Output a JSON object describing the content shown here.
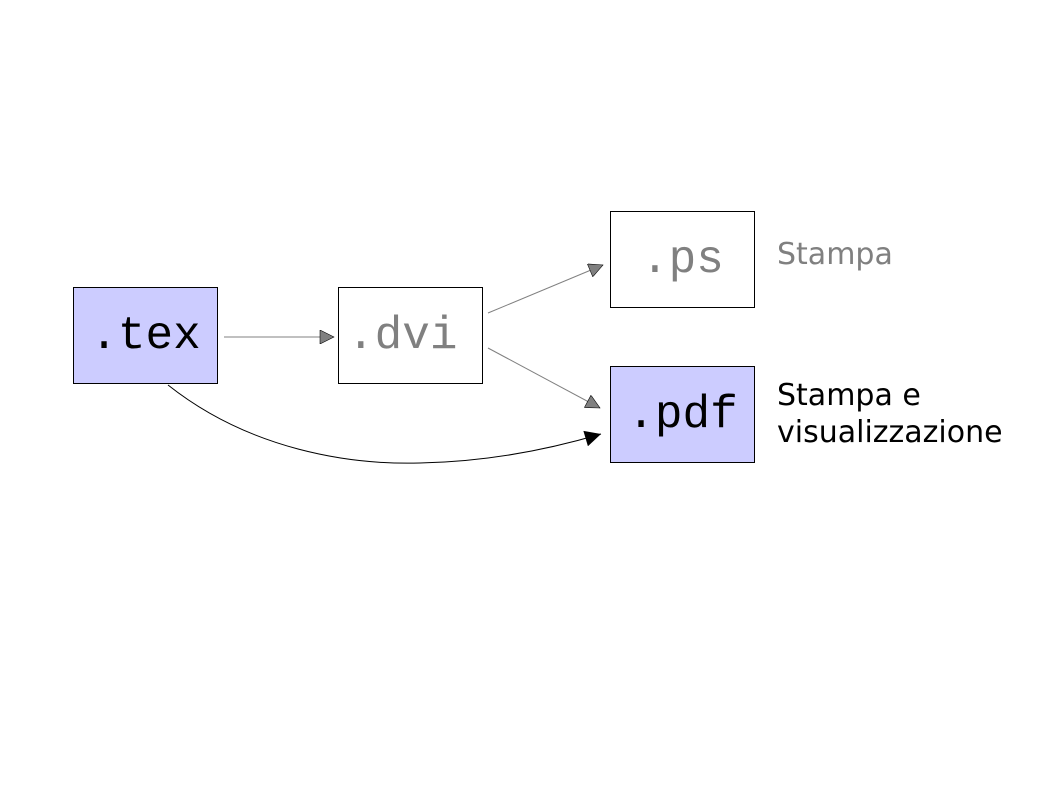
{
  "nodes": {
    "tex": {
      "label": ".tex"
    },
    "dvi": {
      "label": ".dvi"
    },
    "ps": {
      "label": ".ps"
    },
    "pdf": {
      "label": ".pdf"
    }
  },
  "captions": {
    "ps": {
      "line1": "Stampa"
    },
    "pdf": {
      "line1": "Stampa e",
      "line2": "visualizzazione"
    }
  },
  "colors": {
    "highlight_fill": "#ccccff",
    "plain_fill": "#ffffff",
    "dim_text": "#808080",
    "strong_text": "#000000",
    "dim_arrow": "#808080",
    "strong_arrow": "#000000"
  }
}
